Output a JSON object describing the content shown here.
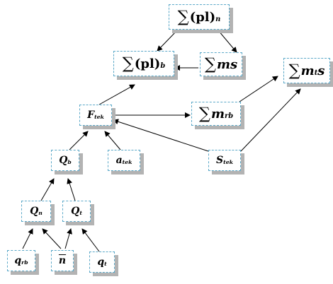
{
  "diagram": {
    "nodes": [
      {
        "id": "sum_pl_n",
        "sigma": "∑",
        "base": "(pl)",
        "sub": "n"
      },
      {
        "id": "sum_pl_b",
        "sigma": "∑",
        "base": "(pl)",
        "sub": "b"
      },
      {
        "id": "sum_ms",
        "sigma": "∑",
        "base": "ms",
        "sub": ""
      },
      {
        "id": "sum_mts",
        "sigma": "∑",
        "base": "m",
        "sub": "t",
        "tail": "s"
      },
      {
        "id": "sum_mrb",
        "sigma": "∑",
        "base": "m",
        "sub": "rb"
      },
      {
        "id": "f_tek",
        "base": "F",
        "sub": "tek"
      },
      {
        "id": "q_b",
        "base": "Q",
        "sub": "b"
      },
      {
        "id": "a_tek",
        "base": "a",
        "sub": "tek"
      },
      {
        "id": "s_tek",
        "base": "S",
        "sub": "tek"
      },
      {
        "id": "q_n",
        "base": "Q",
        "sub": "n"
      },
      {
        "id": "q_t",
        "base": "Q",
        "sub": "t"
      },
      {
        "id": "q_rb",
        "base": "q",
        "sub": "rb"
      },
      {
        "id": "n_bar",
        "base": "n",
        "sub": ""
      },
      {
        "id": "q_t_low",
        "base": "q",
        "sub": "t"
      }
    ],
    "edges": [
      {
        "from": "sum_pl_n",
        "to": "sum_pl_b"
      },
      {
        "from": "sum_pl_n",
        "to": "sum_ms"
      },
      {
        "from": "sum_ms",
        "to": "sum_pl_b"
      },
      {
        "from": "f_tek",
        "to": "sum_pl_b"
      },
      {
        "from": "f_tek",
        "to": "sum_mrb"
      },
      {
        "from": "sum_mrb",
        "to": "sum_mts"
      },
      {
        "from": "s_tek",
        "to": "sum_mts"
      },
      {
        "from": "s_tek",
        "to": "f_tek"
      },
      {
        "from": "q_b",
        "to": "f_tek"
      },
      {
        "from": "a_tek",
        "to": "f_tek"
      },
      {
        "from": "q_n",
        "to": "q_b"
      },
      {
        "from": "q_t",
        "to": "q_b"
      },
      {
        "from": "q_rb",
        "to": "q_n"
      },
      {
        "from": "n_bar",
        "to": "q_n"
      },
      {
        "from": "n_bar",
        "to": "q_t"
      },
      {
        "from": "q_t_low",
        "to": "q_t"
      }
    ]
  }
}
